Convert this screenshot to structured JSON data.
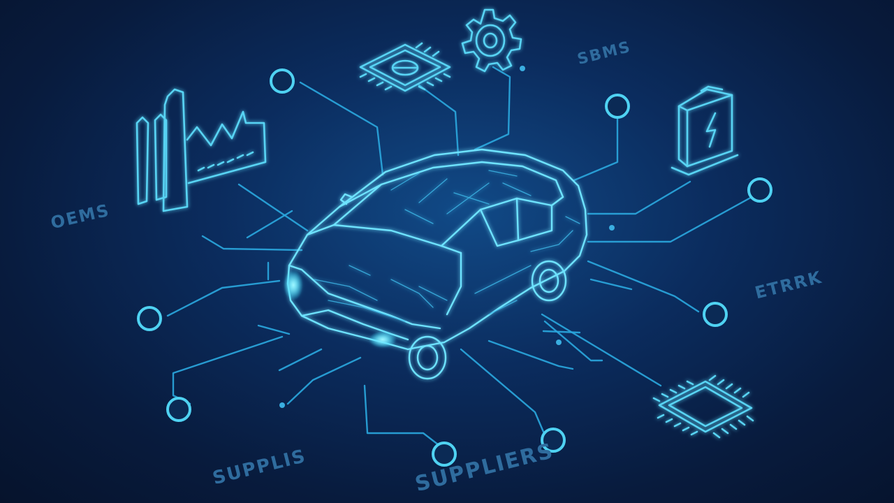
{
  "labels": {
    "oems": "OEMS",
    "sbms": "SBMS",
    "etrrk": "ETRRK",
    "supplis": "SUPPLIS",
    "suppliers": "SUPPLIERS"
  },
  "icons": {
    "hub": "car-icon",
    "manufacturer": "factory-icon",
    "processor": "microchip-icon",
    "settings": "gear-icon",
    "energy": "battery-icon",
    "component": "chip-icon"
  },
  "colors": {
    "background": "#0b2c5e",
    "line": "#2aa6dc",
    "glow": "#6ee3ff",
    "label": "#2f6c9e"
  }
}
